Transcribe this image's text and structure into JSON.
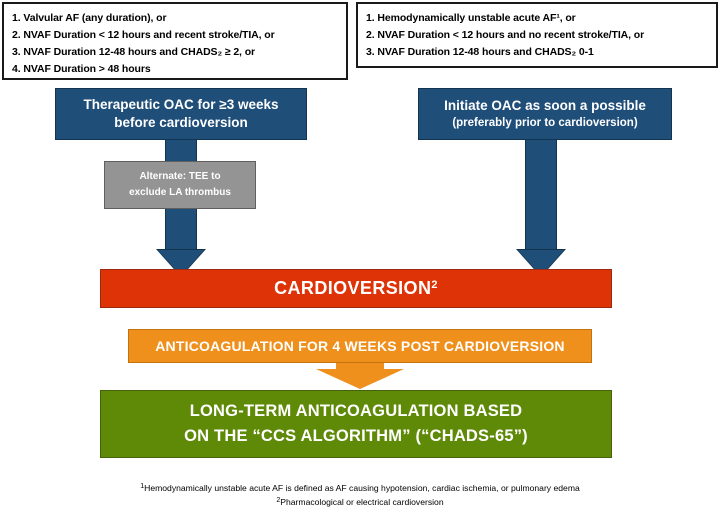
{
  "diagram": {
    "title": "Cardioversion anticoagulation algorithm",
    "colors": {
      "navy": "#1F4E79",
      "navy_border": "#12344F",
      "grey": "#949494",
      "red": "#DD3307",
      "orange": "#EF8F1C",
      "green": "#5F8A08",
      "box_border": "#1A1A1A"
    }
  },
  "criteria_left": {
    "items": [
      "1. Valvular AF (any duration), or",
      "2. NVAF Duration < 12 hours and recent stroke/TIA, or",
      "3. NVAF Duration 12-48 hours and CHADS₂ ≥ 2, or",
      "4. NVAF Duration > 48 hours"
    ]
  },
  "criteria_right": {
    "items": [
      "1. Hemodynamically unstable acute AF¹, or",
      "2. NVAF Duration < 12 hours and no recent stroke/TIA, or",
      "3. NVAF Duration 12-48 hours and CHADS₂ 0-1"
    ]
  },
  "left_branch": {
    "action_line1": "Therapeutic OAC for ≥3 weeks",
    "action_line2": "before cardioversion",
    "alternate_line1": "Alternate: TEE to",
    "alternate_line2": "exclude LA thrombus"
  },
  "right_branch": {
    "action_line1": "Initiate OAC as soon a possible",
    "action_line2": "(preferably prior to cardioversion)"
  },
  "outcome": {
    "cardioversion": "CARDIOVERSION",
    "cardioversion_footnote_marker": "2",
    "anticoagulation_4weeks": "ANTICOAGULATION FOR 4 WEEKS POST CARDIOVERSION",
    "longterm_line1": "LONG-TERM ANTICOAGULATION BASED",
    "longterm_line2": "ON THE “CCS ALGORITHM” (“CHADS-65”)"
  },
  "footnotes": {
    "marker1": "1",
    "note1": "Hemodynamically unstable acute AF is defined as AF causing hypotension, cardiac ischemia, or pulmonary edema",
    "marker2": "2",
    "note2": "Pharmacological or electrical cardioversion"
  }
}
